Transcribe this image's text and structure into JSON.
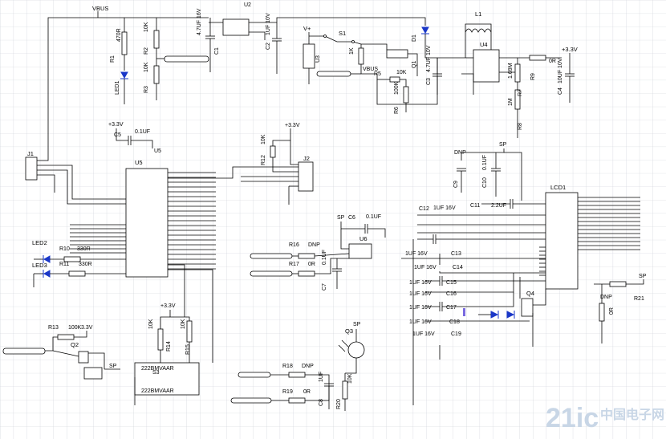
{
  "title": "",
  "labels": {
    "vbus_top": "VBUS",
    "vbus_mid": "VBUS",
    "v33_u5": "+3.3V",
    "v33_j2": "+3.3V",
    "v33_r14": "+3.3V",
    "v33_out": "+3.3V",
    "v33_q2": "3.3V",
    "vplus": "V+",
    "sp_c6": "SP",
    "sp_lcd": "SP",
    "sp_q2": "SP",
    "sp_r21": "SP",
    "sp_q3": "SP"
  },
  "components": {
    "r1": {
      "ref": "R1",
      "value": "470R"
    },
    "r2": {
      "ref": "R2",
      "value": "10K"
    },
    "r3": {
      "ref": "R3",
      "value": "10K"
    },
    "c1": {
      "ref": "C1",
      "value": "4.7UF 16V"
    },
    "u2": {
      "ref": "U2"
    },
    "c2": {
      "ref": "C2",
      "value": "1UF 10V"
    },
    "s1": {
      "ref": "S1"
    },
    "u3": {
      "ref": "U3"
    },
    "r4": {
      "ref": "1K"
    },
    "r5": {
      "ref": "R5"
    },
    "d1": {
      "ref": "D1"
    },
    "q1": {
      "ref": "Q1"
    },
    "c3": {
      "ref": "C3",
      "value": "4.7UF 10V"
    },
    "r6": {
      "ref": "R6",
      "value": "100K"
    },
    "r6b": {
      "value": "10K"
    },
    "l1": {
      "ref": "L1"
    },
    "u4": {
      "ref": "U4"
    },
    "r7": {
      "ref": "R7",
      "value": "1M"
    },
    "r7b": {
      "value": "1.69M"
    },
    "r8": {
      "ref": "R8"
    },
    "r9": {
      "ref": "R9",
      "value": "0R"
    },
    "c4": {
      "ref": "C4",
      "value": "10UF 10V"
    },
    "c5": {
      "ref": "C5",
      "value": "0.1UF"
    },
    "u5": {
      "ref": "U5"
    },
    "j1": {
      "ref": "J1"
    },
    "j2": {
      "ref": "J2"
    },
    "r12": {
      "ref": "R12",
      "value": "10K"
    },
    "led1": {
      "ref": "LED1"
    },
    "led2": {
      "ref": "LED2"
    },
    "led3": {
      "ref": "LED3"
    },
    "r10": {
      "ref": "R10",
      "value": "330R"
    },
    "r11": {
      "ref": "R11",
      "value": "330R"
    },
    "c6": {
      "ref": "C6",
      "value": "0.1UF"
    },
    "u6": {
      "ref": "U6"
    },
    "r16": {
      "ref": "R16",
      "value": "DNP"
    },
    "r17": {
      "ref": "R17",
      "value": "0R"
    },
    "c7": {
      "ref": "C7",
      "value": "0.1UF"
    },
    "r13": {
      "ref": "R13",
      "value": "100K"
    },
    "q2": {
      "ref": "Q2"
    },
    "r14": {
      "ref": "R14",
      "value": "10K"
    },
    "r15": {
      "ref": "R15",
      "value": "10K"
    },
    "s3": {
      "ref": "S3",
      "value": "222BMVAAR"
    },
    "s3b": {
      "value": "222BMVAAR"
    },
    "q3": {
      "ref": "Q3"
    },
    "r18": {
      "ref": "R18",
      "value": "DNP"
    },
    "r19": {
      "ref": "R19",
      "value": "0R"
    },
    "c8": {
      "ref": "C8",
      "value": "1UF"
    },
    "r20": {
      "ref": "R20",
      "value": "10K"
    },
    "c9": {
      "ref": "C9",
      "value": "DNP"
    },
    "c10": {
      "ref": "C10",
      "value": "0.1UF"
    },
    "c11": {
      "ref": "C11",
      "value": "2.2UF"
    },
    "c12": {
      "ref": "C12",
      "value": "1UF 16V"
    },
    "lcd1": {
      "ref": "LCD1"
    },
    "c13": {
      "ref": "C13",
      "value": "1UF 16V"
    },
    "c14": {
      "ref": "C14",
      "value": "1UF 16V"
    },
    "c15": {
      "ref": "C15",
      "value": "1UF 16V"
    },
    "c16": {
      "ref": "C16",
      "value": "1UF 16V"
    },
    "c17": {
      "ref": "C17",
      "value": "1UF 16V"
    },
    "c18": {
      "ref": "C18",
      "value": "1UF 16V"
    },
    "c19": {
      "ref": "C19",
      "value": "1UF 16V"
    },
    "q4": {
      "ref": "Q4"
    },
    "r21": {
      "ref": "R21",
      "value": "DNP"
    },
    "r21b": {
      "value": "0R"
    }
  },
  "watermark": {
    "brand": "21ic",
    "cn": "中国电子网"
  },
  "colors": {
    "grid": "#c9cdd6",
    "wire": "#000000",
    "led": "#1a37c8",
    "watermark": "#c8d6e6"
  }
}
